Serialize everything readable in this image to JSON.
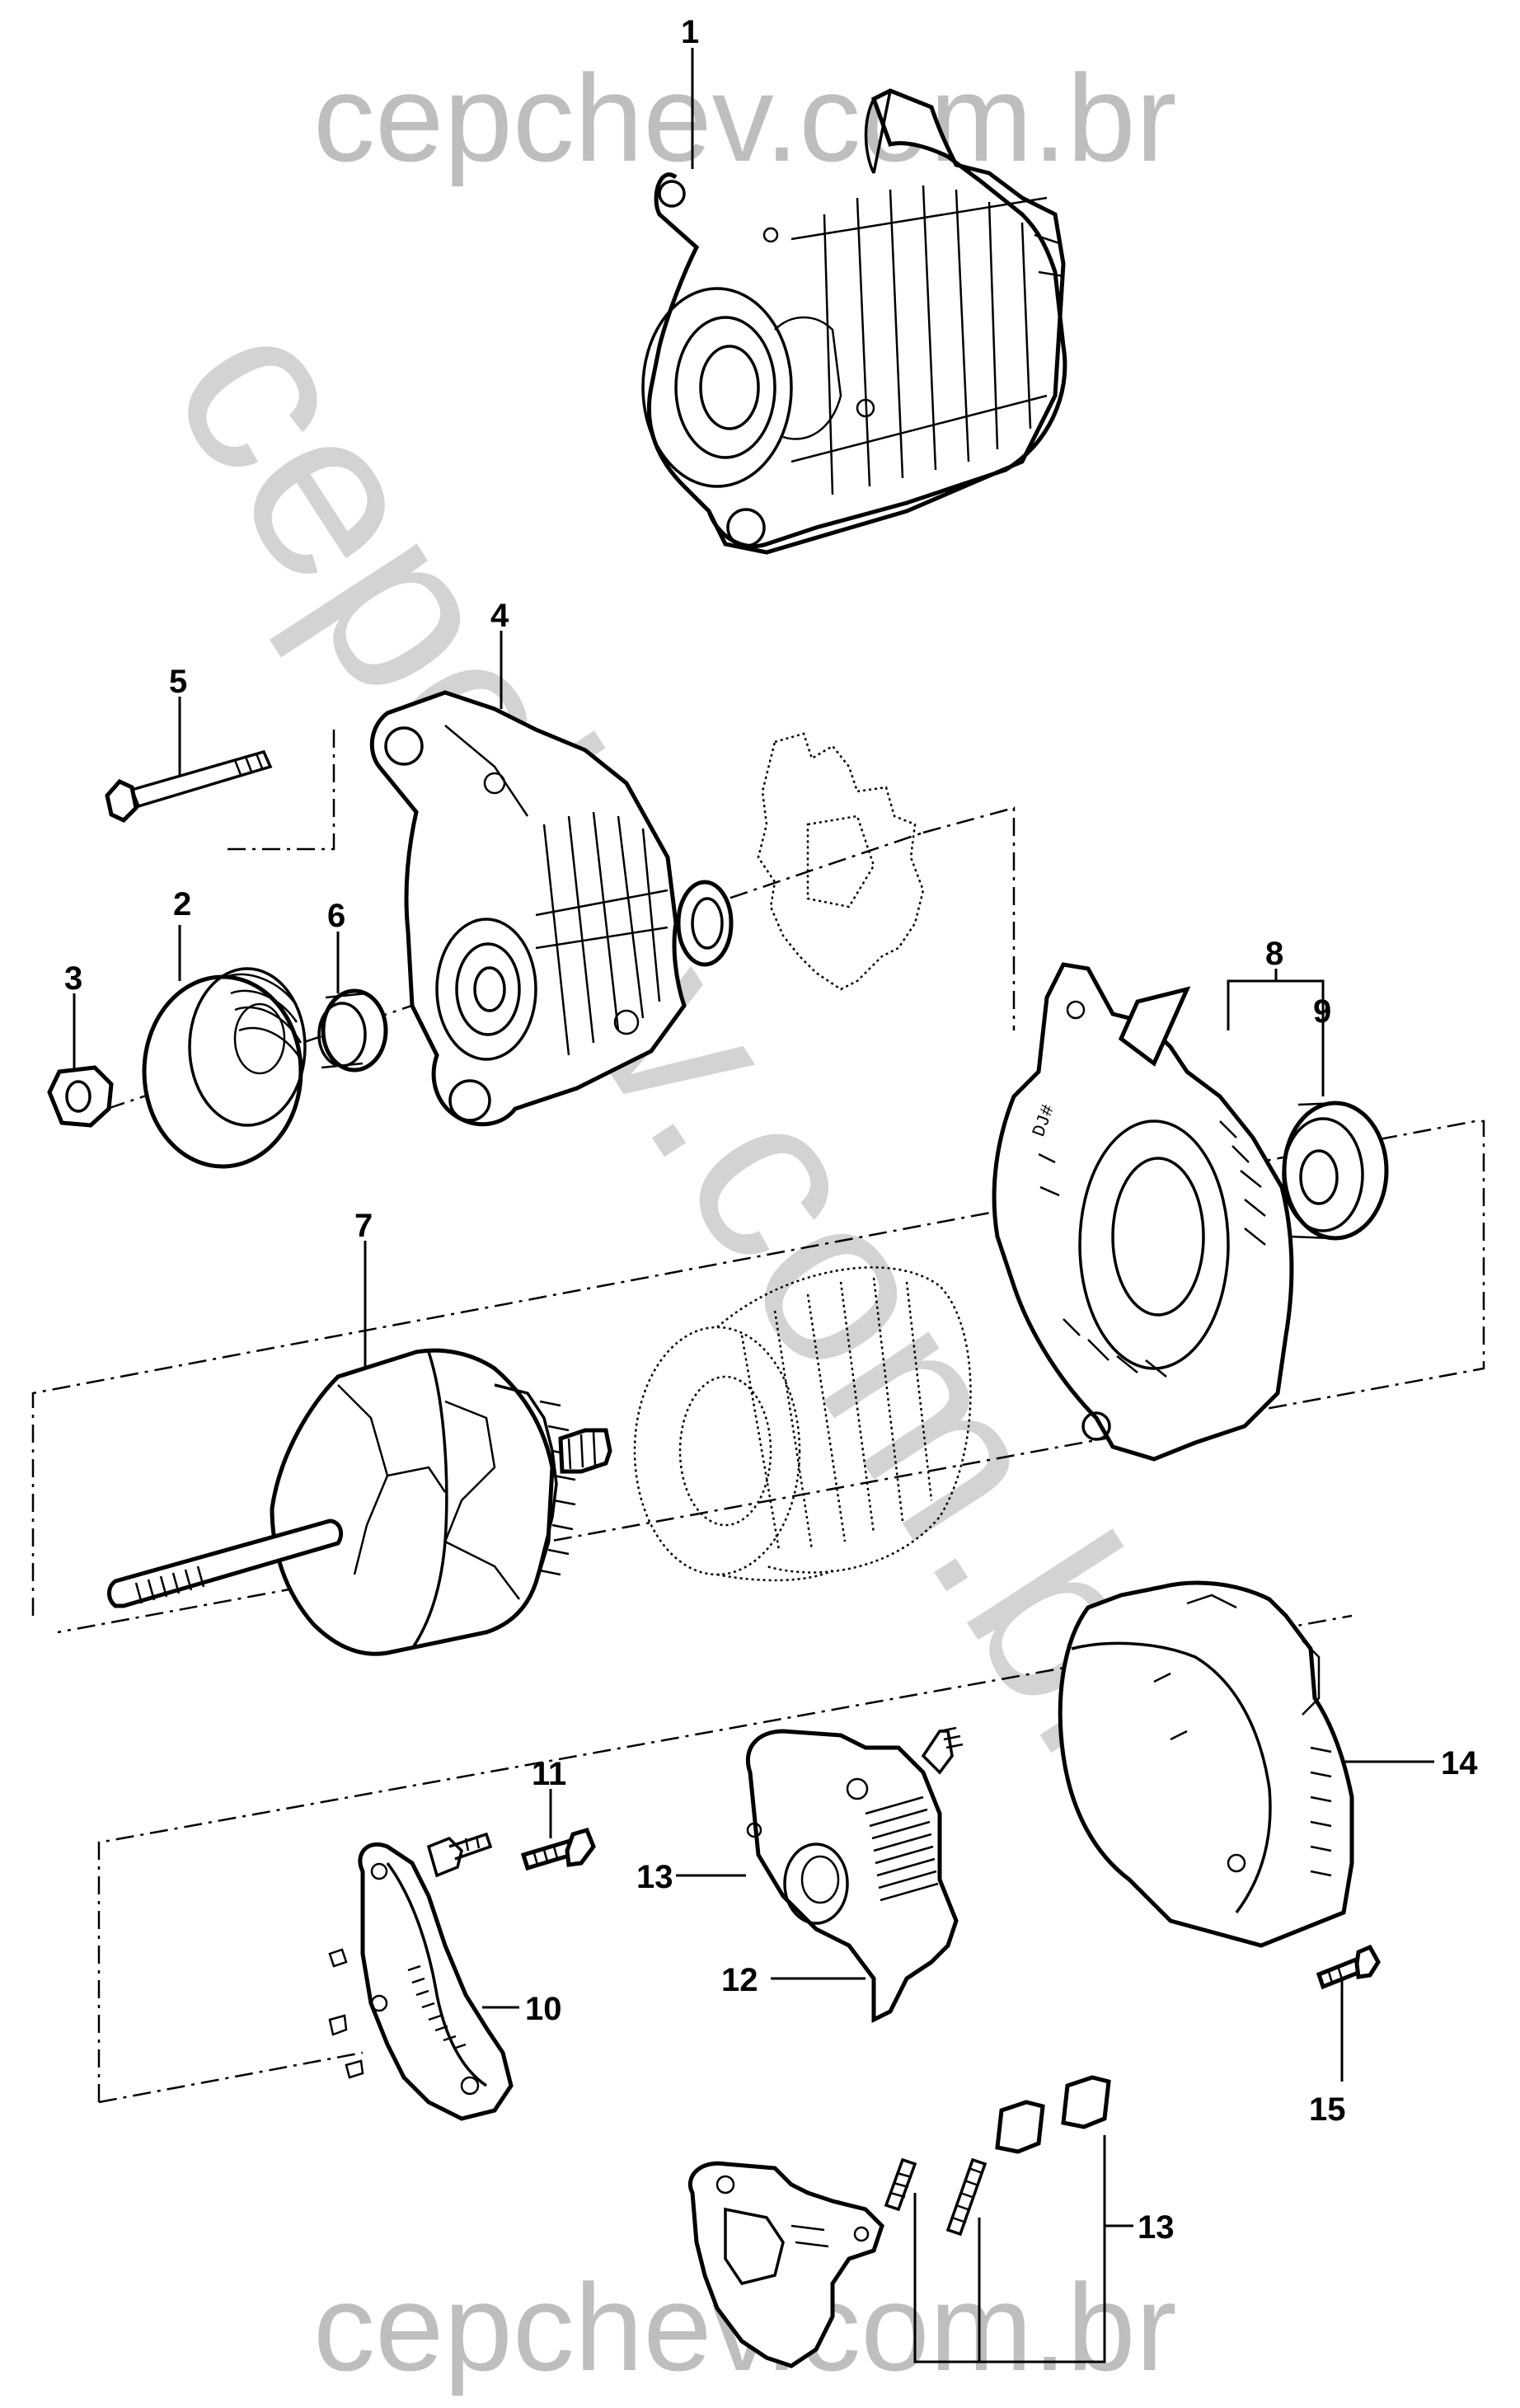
{
  "watermark": {
    "top": "cepchev.com.br",
    "bottom": "cepchev.com.br",
    "diagonal": "cepchev.com.br"
  },
  "callouts": {
    "c1": "1",
    "c2": "2",
    "c3": "3",
    "c4": "4",
    "c5": "5",
    "c6": "6",
    "c7": "7",
    "c8": "8",
    "c9": "9",
    "c10": "10",
    "c11": "11",
    "c12": "12",
    "c13a": "13",
    "c13b": "13",
    "c14": "14",
    "c15": "15"
  },
  "colors": {
    "ink": "#000000",
    "watermark": "#a9a9a9",
    "background": "#ffffff"
  }
}
